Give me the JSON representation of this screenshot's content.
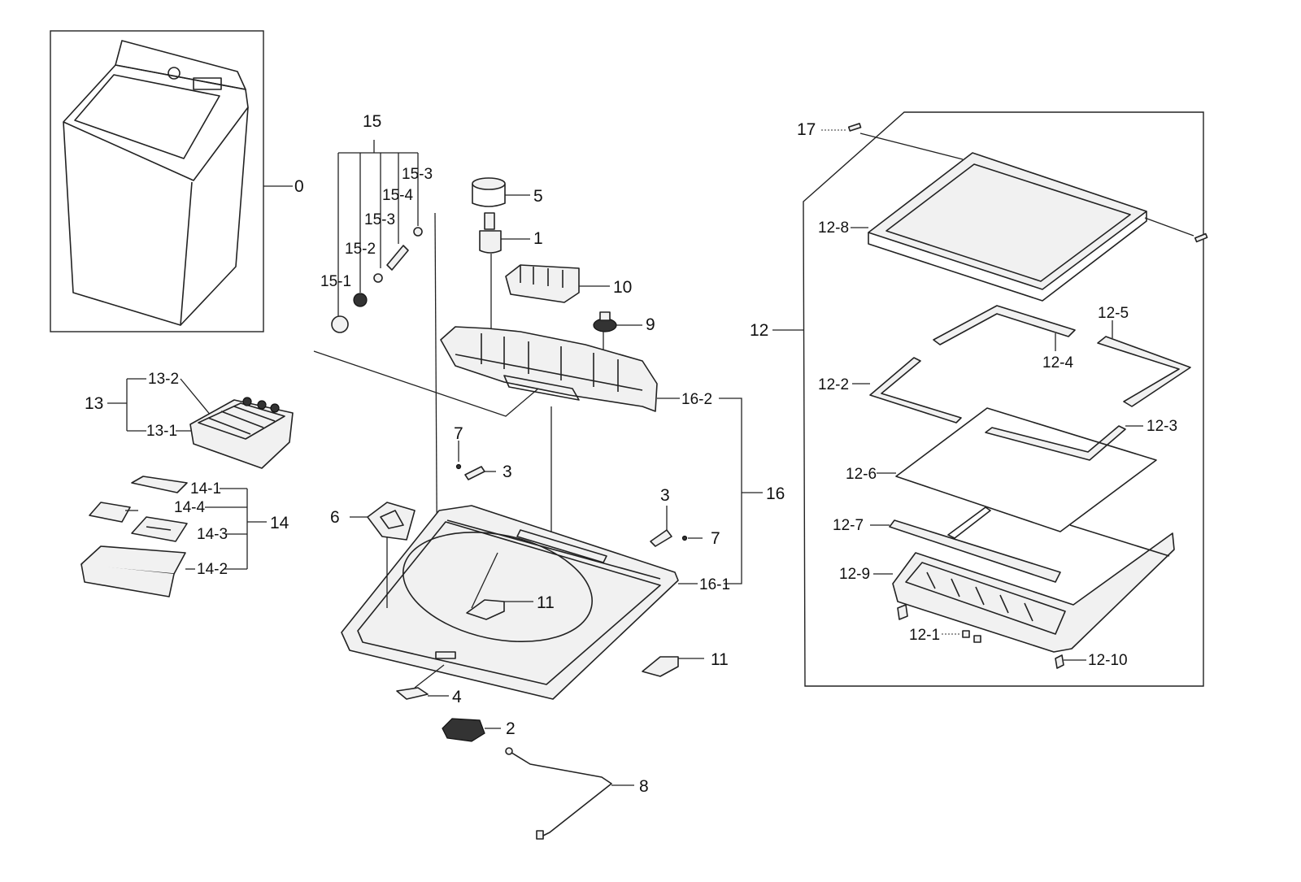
{
  "labels": {
    "p0": "0",
    "p1": "1",
    "p2": "2",
    "p3a": "3",
    "p3b": "3",
    "p4": "4",
    "p5": "5",
    "p6": "6",
    "p7a": "7",
    "p7b": "7",
    "p8": "8",
    "p9": "9",
    "p10": "10",
    "p11a": "11",
    "p11b": "11",
    "p12": "12",
    "p12_1": "12-1",
    "p12_2": "12-2",
    "p12_3": "12-3",
    "p12_4": "12-4",
    "p12_5": "12-5",
    "p12_6": "12-6",
    "p12_7": "12-7",
    "p12_8": "12-8",
    "p12_9": "12-9",
    "p12_10": "12-10",
    "p13": "13",
    "p13_1": "13-1",
    "p13_2": "13-2",
    "p14": "14",
    "p14_1": "14-1",
    "p14_2": "14-2",
    "p14_3": "14-3",
    "p14_4": "14-4",
    "p15": "15",
    "p15_1": "15-1",
    "p15_2": "15-2",
    "p15_3a": "15-3",
    "p15_3b": "15-3",
    "p15_4": "15-4",
    "p16": "16",
    "p16_1": "16-1",
    "p16_2": "16-2",
    "p17": "17"
  }
}
